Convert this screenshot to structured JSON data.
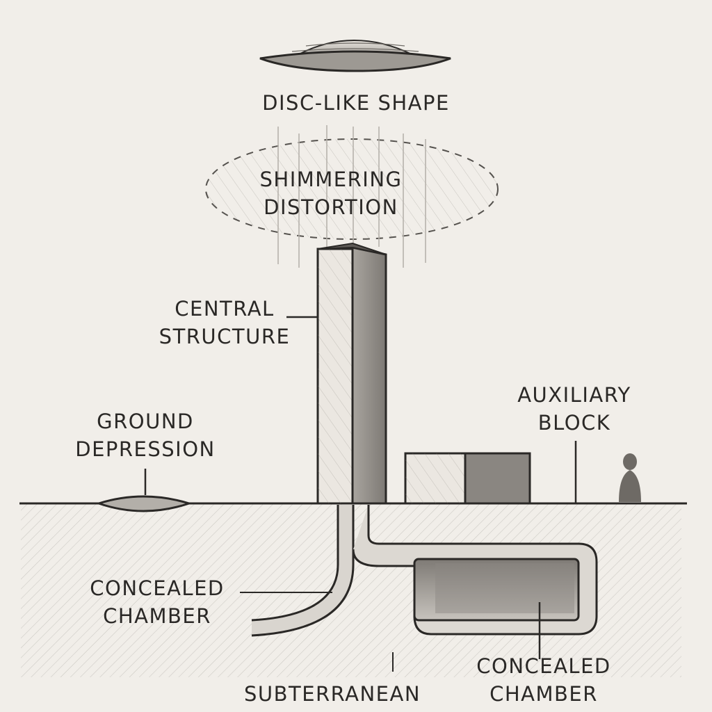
{
  "labels": {
    "disc": "DISC-LIKE SHAPE",
    "shimmer_line1": "SHIMMERING",
    "shimmer_line2": "DISTORTION",
    "central_line1": "CENTRAL",
    "central_line2": "STRUCTURE",
    "aux_line1": "AUXILIARY",
    "aux_line2": "BLOCK",
    "ground_line1": "GROUND",
    "ground_line2": "DEPRESSION",
    "chamber_left_line1": "CONCEALED",
    "chamber_left_line2": "CHAMBER",
    "chamber_right_line1": "CONCEALED",
    "chamber_right_line2": "CHAMBER",
    "subterranean": "SUBTERRANEAN"
  },
  "colors": {
    "background": "#f1eee9",
    "ink": "#2a2826",
    "shade_light": "#e4e0da",
    "shade_dark": "#8f8b86"
  }
}
